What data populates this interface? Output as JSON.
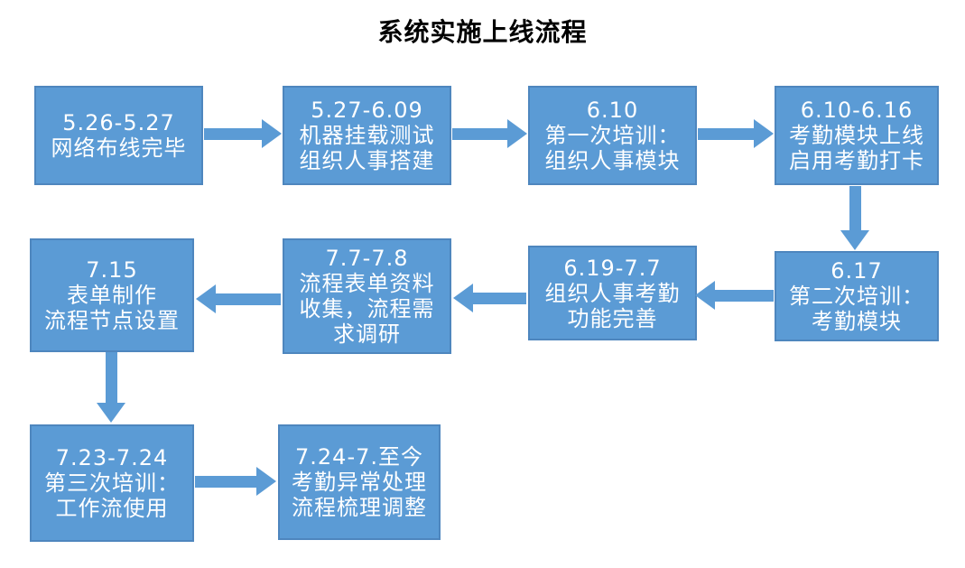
{
  "title": "系统实施上线流程",
  "colors": {
    "box_fill": "#5B9BD5",
    "box_border": "#4E86BE",
    "box_text": "#FFFFFF",
    "title_text": "#000000",
    "background": "#FFFFFF"
  },
  "steps": [
    {
      "id": "step-1",
      "date": "5.26-5.27",
      "label": "网络布线完毕"
    },
    {
      "id": "step-2",
      "date": "5.27-6.09",
      "label": "机器挂载测试\n组织人事搭建"
    },
    {
      "id": "step-3",
      "date": "6.10",
      "label": "第一次培训：\n组织人事模块"
    },
    {
      "id": "step-4",
      "date": "6.10-6.16",
      "label": "考勤模块上线\n启用考勤打卡"
    },
    {
      "id": "step-5",
      "date": "6.17",
      "label": "第二次培训：\n考勤模块"
    },
    {
      "id": "step-6",
      "date": "6.19-7.7",
      "label": "组织人事考勤\n功能完善"
    },
    {
      "id": "step-7",
      "date": "7.7-7.8",
      "label": "流程表单资料\n收集，流程需\n求调研"
    },
    {
      "id": "step-8",
      "date": "7.15",
      "label": "表单制作\n流程节点设置"
    },
    {
      "id": "step-9",
      "date": "7.23-7.24",
      "label": "第三次培训：\n工作流使用"
    },
    {
      "id": "step-10",
      "date": "7.24-7.至今",
      "label": "考勤异常处理\n流程梳理调整"
    }
  ],
  "connectors": [
    {
      "from": "step-1",
      "to": "step-2",
      "direction": "right"
    },
    {
      "from": "step-2",
      "to": "step-3",
      "direction": "right"
    },
    {
      "from": "step-3",
      "to": "step-4",
      "direction": "right"
    },
    {
      "from": "step-4",
      "to": "step-5",
      "direction": "down"
    },
    {
      "from": "step-5",
      "to": "step-6",
      "direction": "left"
    },
    {
      "from": "step-6",
      "to": "step-7",
      "direction": "left"
    },
    {
      "from": "step-7",
      "to": "step-8",
      "direction": "left"
    },
    {
      "from": "step-8",
      "to": "step-9",
      "direction": "down"
    },
    {
      "from": "step-9",
      "to": "step-10",
      "direction": "right"
    }
  ]
}
